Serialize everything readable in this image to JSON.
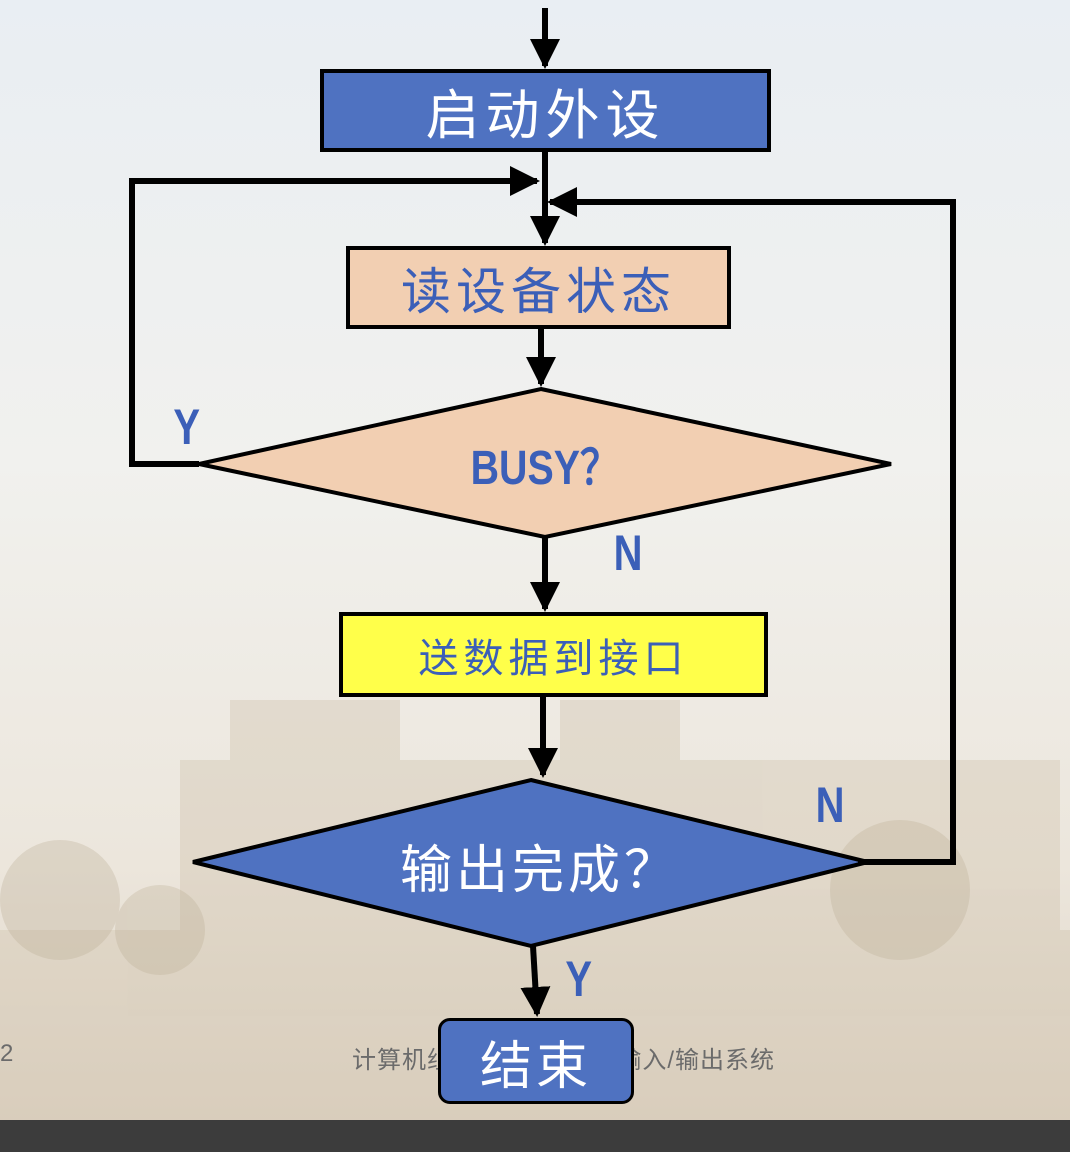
{
  "flowchart": {
    "nodes": {
      "start": "启动外设",
      "read_status": "读设备状态",
      "busy_check": "BUSY？",
      "send_data": "送数据到接口",
      "output_done": "输出完成？",
      "end": "结束"
    },
    "edge_labels": {
      "busy_yes": "Y",
      "busy_no": "N",
      "done_no": "N",
      "done_yes": "Y"
    }
  },
  "footer": {
    "page_number": "2",
    "chapter_title": "计算机组成原理 第八章 输入/输出系统"
  },
  "colors": {
    "primary_blue": "#4f72c1",
    "peach": "#f2cfb2",
    "yellow": "#ffff4a",
    "label_blue": "#3b5fb8",
    "bottom_bar": "#3c3c3c"
  }
}
